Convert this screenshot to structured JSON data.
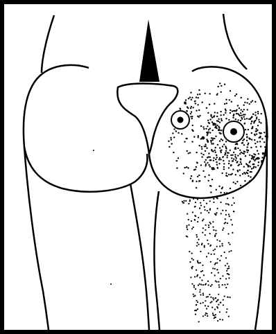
{
  "figure": {
    "colors": {
      "line": "#000000",
      "background": "#ffffff",
      "stipple": "#000000"
    },
    "regions": [
      "buttocks-outline",
      "gluteal-cleft",
      "sacral-shape",
      "thigh-outline-left",
      "thigh-outline-right",
      "trigger-point-upper",
      "trigger-point-lower",
      "referred-pain-buttock",
      "referred-pain-thigh"
    ]
  }
}
